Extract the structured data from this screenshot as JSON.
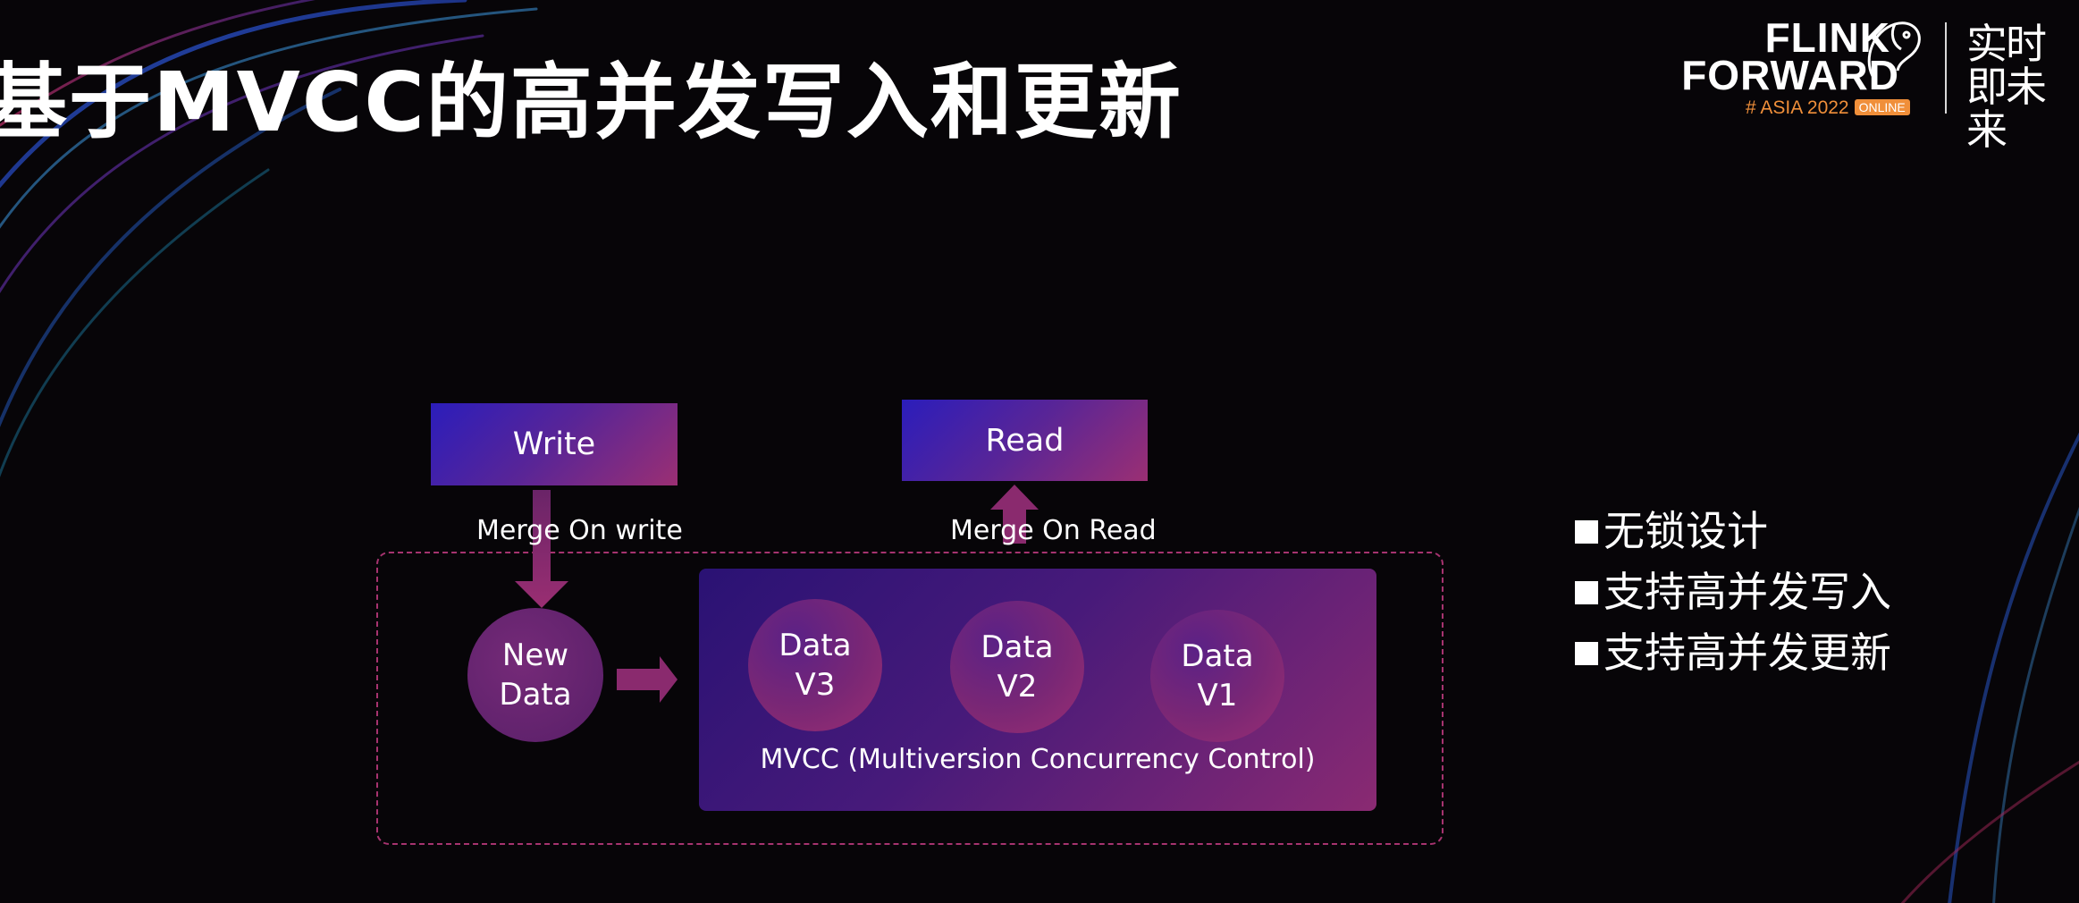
{
  "slide": {
    "title": "基于MVCC的高并发写入和更新"
  },
  "logo": {
    "line1": "FLINK",
    "line2": "FORWARD",
    "event": "# ASIA 2022",
    "badge": "ONLINE",
    "cn_slogan": "实时即未来"
  },
  "diagram": {
    "write_label": "Write",
    "read_label": "Read",
    "merge_on_write": "Merge On write",
    "merge_on_read": "Merge On Read",
    "new_data_line1": "New",
    "new_data_line2": "Data",
    "versions": [
      {
        "line1": "Data",
        "line2": "V3"
      },
      {
        "line1": "Data",
        "line2": "V2"
      },
      {
        "line1": "Data",
        "line2": "V1"
      }
    ],
    "mvcc_label": "MVCC (Multiversion Concurrency Control)"
  },
  "bullets": [
    "无锁设计",
    "支持高并发写入",
    "支持高并发更新"
  ],
  "colors": {
    "accent_pink": "#a6336f",
    "accent_blue": "#2b1dbb",
    "logo_orange": "#f08f3a"
  }
}
